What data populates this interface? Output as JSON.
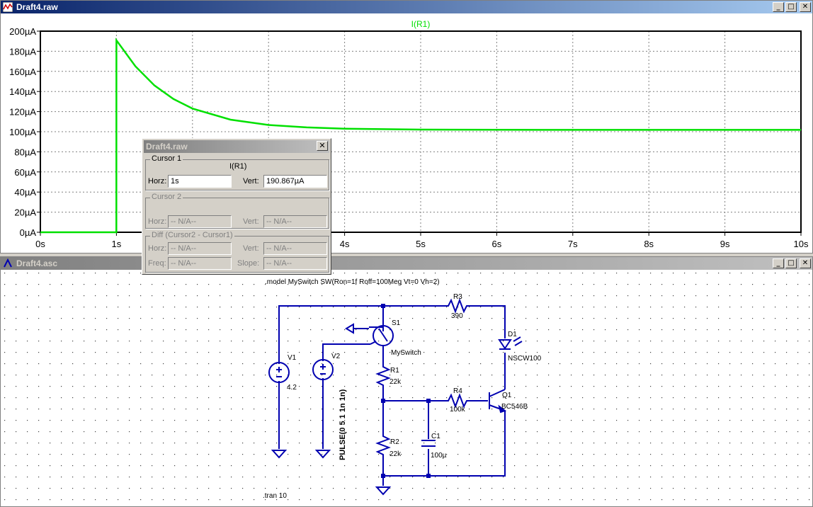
{
  "waveform_window": {
    "title": "Draft4.raw",
    "trace_label": "I(R1)",
    "trace_color": "#00e000",
    "y_ticks": [
      "200µA",
      "180µA",
      "160µA",
      "140µA",
      "120µA",
      "100µA",
      "80µA",
      "60µA",
      "40µA",
      "20µA",
      "0µA"
    ],
    "x_ticks": [
      "0s",
      "1s",
      "2s",
      "3s",
      "4s",
      "5s",
      "6s",
      "7s",
      "8s",
      "9s",
      "10s"
    ]
  },
  "chart_data": {
    "type": "line",
    "title": "I(R1)",
    "xlim": [
      0,
      10
    ],
    "ylim": [
      0,
      200
    ],
    "series": [
      {
        "name": "I(R1)",
        "x": [
          0,
          0.999,
          1.0,
          1.25,
          1.5,
          1.75,
          2.0,
          2.5,
          3.0,
          3.5,
          4.0,
          5.0,
          6.0,
          7.0,
          8.0,
          9.0,
          10.0
        ],
        "y": [
          0,
          0,
          190.9,
          165,
          146,
          132.5,
          123,
          112,
          106.7,
          104.3,
          103,
          102.1,
          101.9,
          101.8,
          101.8,
          101.8,
          101.8
        ]
      }
    ]
  },
  "cursor_dialog": {
    "title": "Draft4.raw",
    "cursor1_label": "Cursor 1",
    "cursor1_trace": "I(R1)",
    "horz_label": "Horz:",
    "vert_label": "Vert:",
    "cursor1_horz": "1s",
    "cursor1_vert": "190.867µA",
    "cursor2_label": "Cursor 2",
    "cursor2_horz": "-- N/A--",
    "cursor2_vert": "-- N/A--",
    "diff_label": "Diff (Cursor2 - Cursor1)",
    "diff_horz": "-- N/A--",
    "diff_vert": "-- N/A--",
    "freq_label": "Freq:",
    "slope_label": "Slope:",
    "diff_freq": "-- N/A--",
    "diff_slope": "-- N/A--",
    "close_glyph": "✕"
  },
  "schematic_window": {
    "title": "Draft4.asc",
    "model_directive": ".model MySwitch SW(Ron=1f Roff=100Meg Vt=0 Vh=2)",
    "tran_directive": ".tran 10",
    "components": {
      "V1": {
        "name": "V1",
        "value": "4.2"
      },
      "V2": {
        "name": "V2",
        "value": "PULSE(0 5 1 1n 1n)"
      },
      "S1": {
        "name": "S1",
        "value": "MySwitch"
      },
      "R1": {
        "name": "R1",
        "value": "22k"
      },
      "R2": {
        "name": "R2",
        "value": "22k"
      },
      "R3": {
        "name": "R3",
        "value": "390"
      },
      "R4": {
        "name": "R4",
        "value": "100k"
      },
      "C1": {
        "name": "C1",
        "value": "100µ"
      },
      "D1": {
        "name": "D1",
        "value": "NSCW100"
      },
      "Q1": {
        "name": "Q1",
        "value": "BC546B"
      }
    },
    "wire_color": "#0000b0"
  },
  "window_buttons": {
    "minimize": "_",
    "maximize": "□",
    "close": "✕"
  }
}
